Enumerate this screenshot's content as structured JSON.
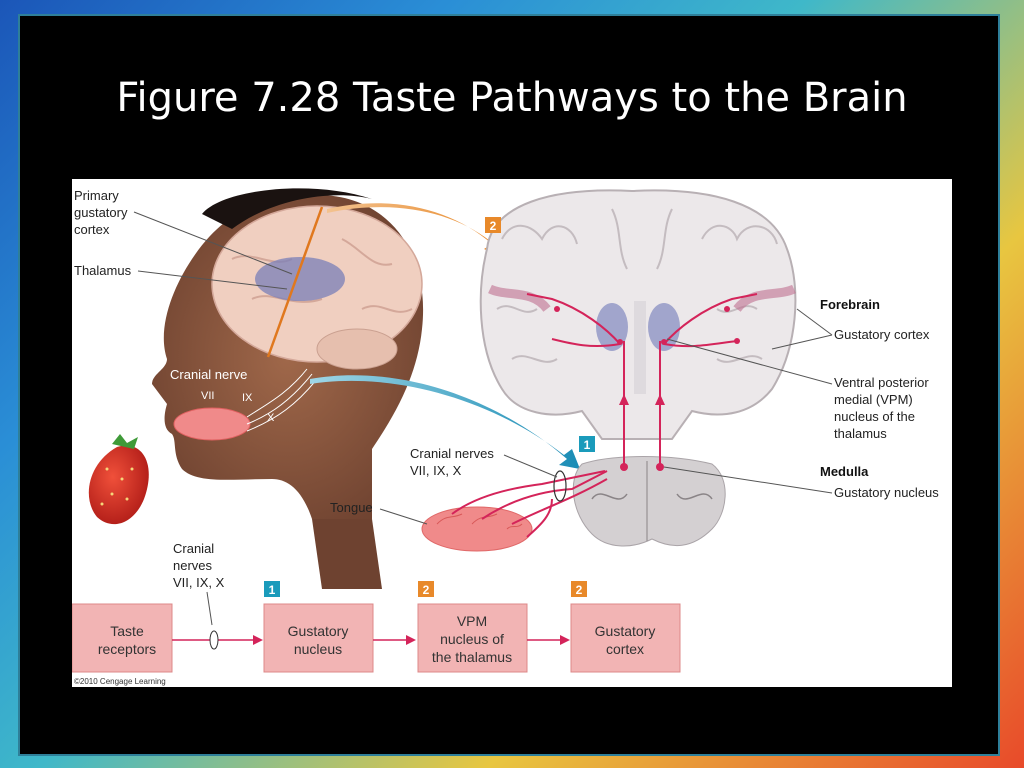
{
  "title": "Figure 7.28 Taste Pathways to the Brain",
  "labels": {
    "primary_gustatory_cortex": [
      "Primary",
      "gustatory",
      "cortex"
    ],
    "thalamus": "Thalamus",
    "cranial_nerve": "Cranial nerve",
    "vii": "VII",
    "ix": "IX",
    "x": "X",
    "forebrain": "Forebrain",
    "gustatory_cortex": "Gustatory cortex",
    "vpm": [
      "Ventral posterior",
      "medial (VPM)",
      "nucleus of the",
      "thalamus"
    ],
    "medulla": "Medulla",
    "gustatory_nucleus": "Gustatory nucleus",
    "cranial_nerves_right": [
      "Cranial nerves",
      "VII, IX, X"
    ],
    "tongue": "Tongue",
    "cranial_nerves_flow": [
      "Cranial",
      "nerves",
      "VII, IX, X"
    ],
    "copyright": "©2010 Cengage Learning"
  },
  "badges": {
    "top_2": "2",
    "mid_1": "1",
    "flow_1": "1",
    "flow_2a": "2",
    "flow_2b": "2"
  },
  "flow": [
    {
      "lines": [
        "Taste",
        "receptors"
      ]
    },
    {
      "lines": [
        "Gustatory",
        "nucleus"
      ]
    },
    {
      "lines": [
        "VPM",
        "nucleus of",
        "the thalamus"
      ]
    },
    {
      "lines": [
        "Gustatory",
        "cortex"
      ]
    }
  ],
  "colors": {
    "box_fill": "#f2b4b4",
    "pathway": "#d4245a",
    "badge_teal": "#1a9bbb",
    "badge_orange": "#e8892a",
    "arrow_orange": "#e8892a",
    "arrow_blue": "#2a9fc0"
  }
}
